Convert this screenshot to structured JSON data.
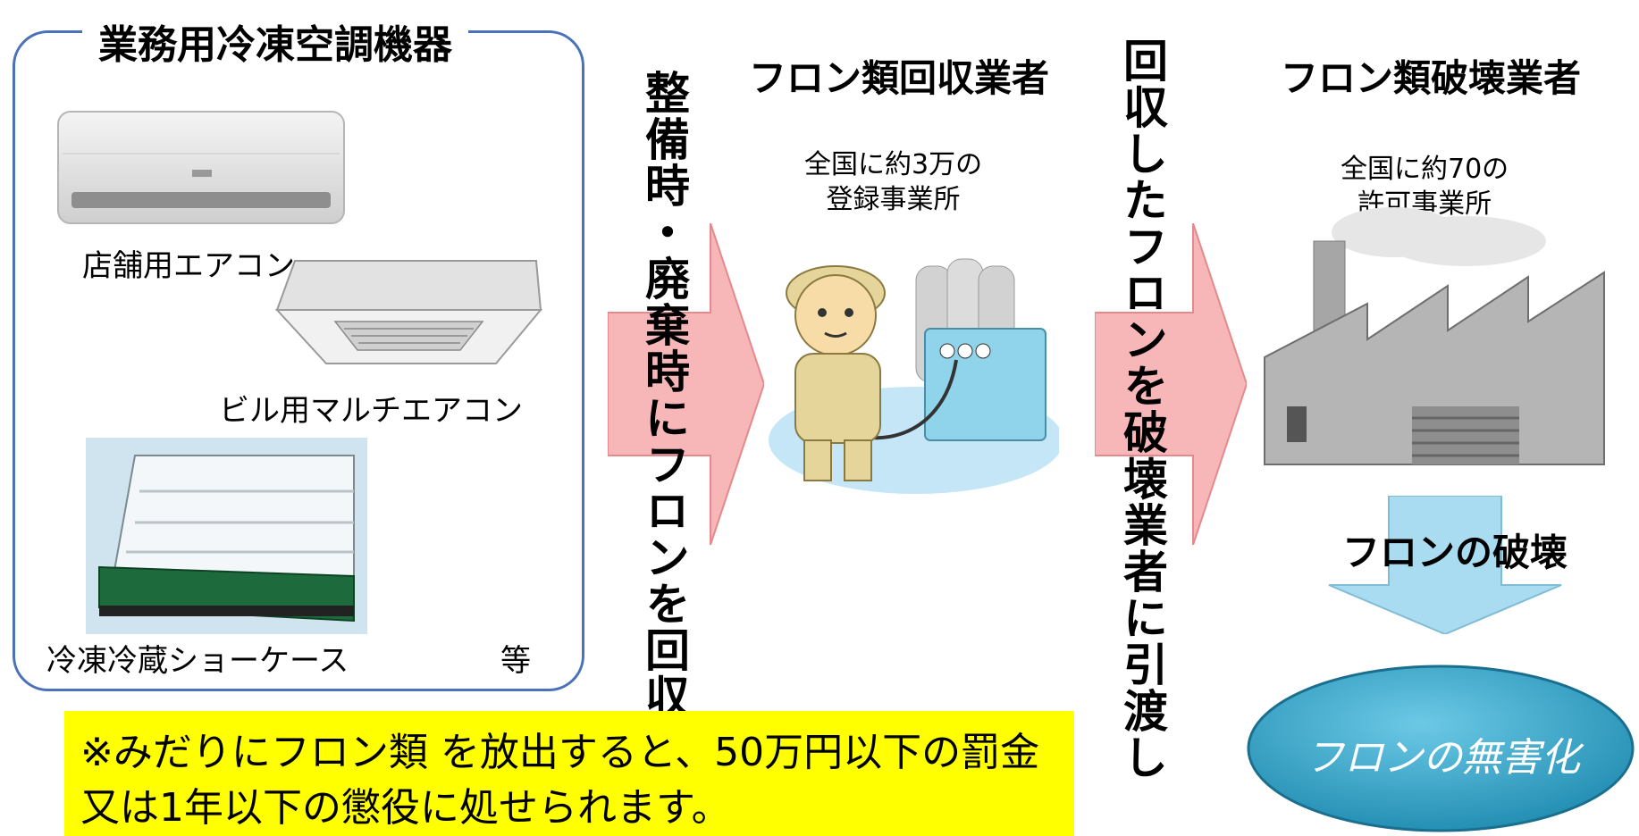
{
  "equipment": {
    "title": "業務用冷凍空調機器",
    "store_ac": "店舗用エアコン",
    "building_ac": "ビル用マルチエアコン",
    "showcase": "冷凍冷蔵ショーケース",
    "etc": "等"
  },
  "arrow1_text": "整備時・廃棄時にフロンを回収",
  "collector": {
    "title": "フロン類回収業者",
    "count_line1": "全国に約3万の",
    "count_line2": "登録事業所"
  },
  "arrow2_text": "回収したフロンを破壊業者に引渡し",
  "destroyer": {
    "title": "フロン類破壊業者",
    "count_line1": "全国に約70の",
    "count_line2": "許可事業所"
  },
  "destruction_label": "フロンの破壊",
  "result_label": "フロンの無害化",
  "notice": {
    "line1": "※みだりにフロン類 を放出すると、50万円以下の罰金",
    "line2": "又は1年以下の懲役に処せられます。"
  },
  "colors": {
    "box_border": "#4a72b8",
    "arrow_fill": "#f7b6b8",
    "down_arrow": "#a9dcf1",
    "ellipse": "#3aa6c8",
    "notice_bg": "#ffff00"
  }
}
